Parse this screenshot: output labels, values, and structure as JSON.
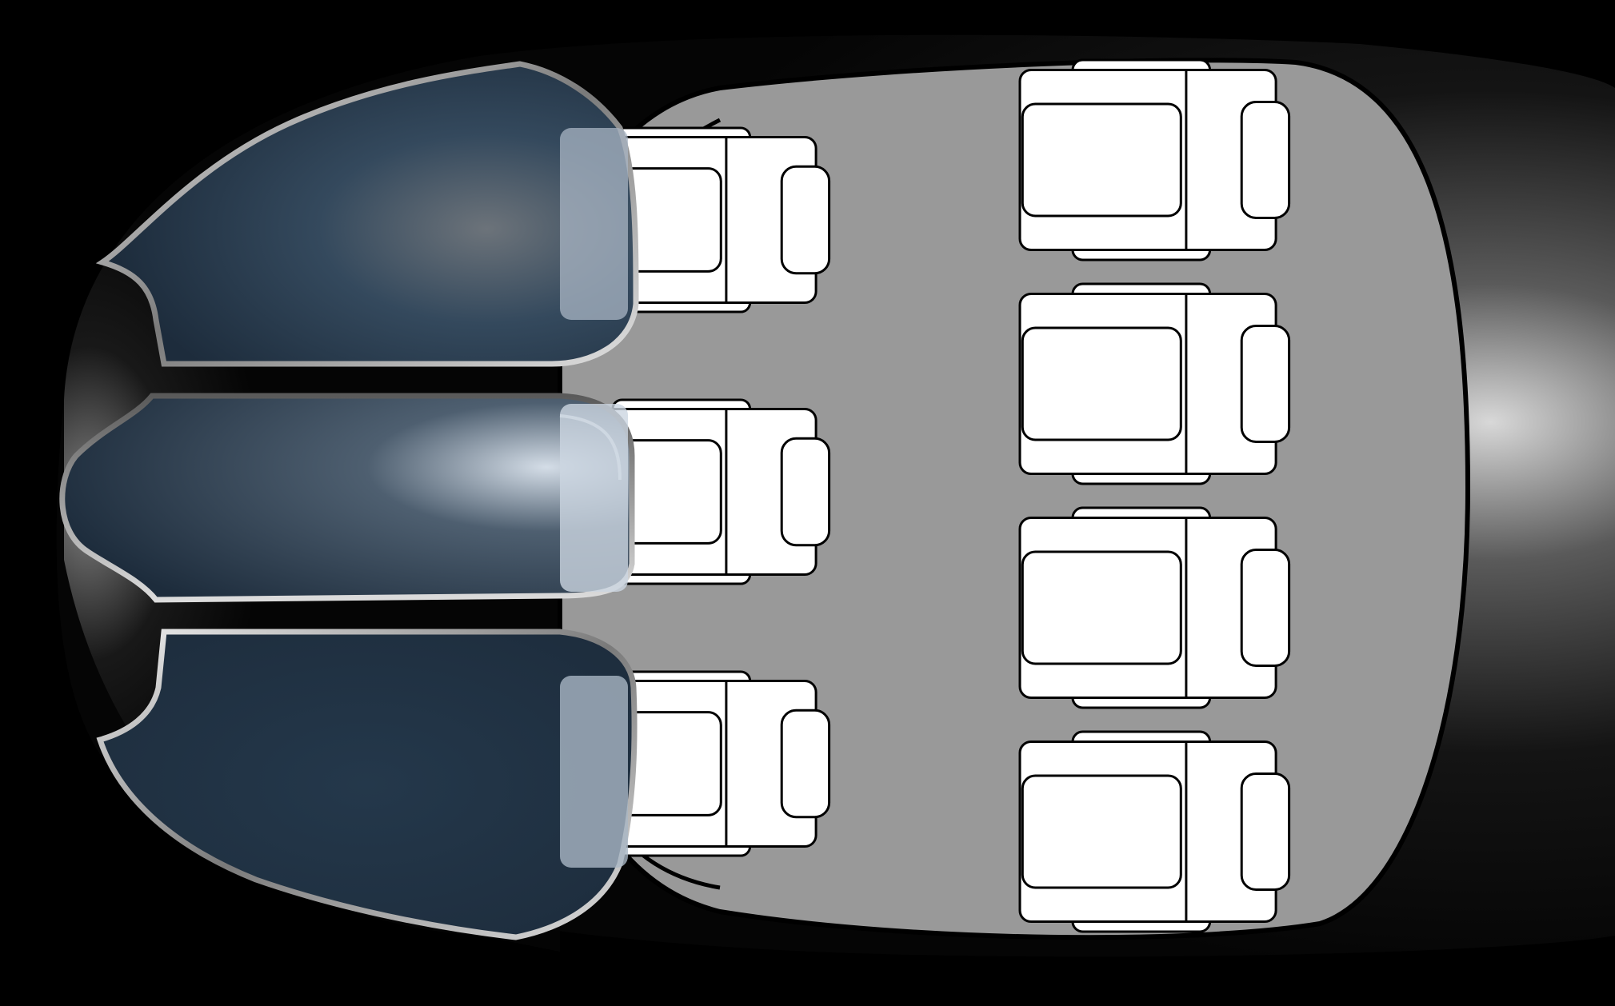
{
  "colors": {
    "background": "#000000",
    "hull_edge": "#1c1c1c",
    "cabin_floor": "#999999",
    "cabin_outline": "#000000",
    "seat_fill": "#ffffff",
    "seat_stroke": "#000000",
    "glass_dark": "#1f2e3f",
    "glass_mid": "#34495d",
    "glass_light": "#b7c6d6",
    "glass_frame": "#d0d0d0"
  },
  "layout": {
    "left_column_seats": 3,
    "right_column_seats": 4,
    "canopy_panels": 3,
    "left_seats_faded": [
      true,
      false,
      true
    ]
  },
  "icons": {
    "seat": "seat-icon",
    "canopy": "canopy-panel-icon"
  }
}
